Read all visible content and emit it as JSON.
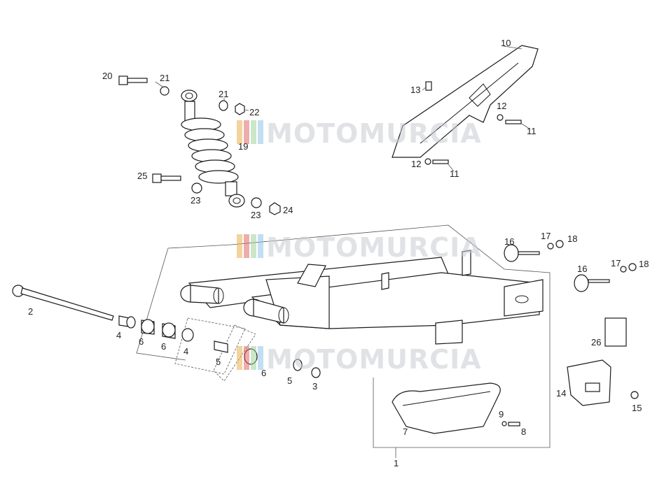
{
  "watermark": {
    "text": "MOTOMURCIA",
    "stripe_colors": [
      "#e8b04a",
      "#e06a6a",
      "#9fd39a",
      "#8fc3e8"
    ]
  },
  "callouts": {
    "c1": "1",
    "c2": "2",
    "c3": "3",
    "c4a": "4",
    "c4b": "4",
    "c5a": "5",
    "c5b": "5",
    "c6a": "6",
    "c6b": "6",
    "c6c": "6",
    "c7": "7",
    "c8": "8",
    "c9": "9",
    "c10": "10",
    "c11a": "11",
    "c11b": "11",
    "c12a": "12",
    "c12b": "12",
    "c13": "13",
    "c14": "14",
    "c15": "15",
    "c16a": "16",
    "c16b": "16",
    "c17a": "17",
    "c17b": "17",
    "c18a": "18",
    "c18b": "18",
    "c19": "19",
    "c20": "20",
    "c21a": "21",
    "c21b": "21",
    "c22": "22",
    "c23a": "23",
    "c23b": "23",
    "c24": "24",
    "c25": "25",
    "c26": "26"
  }
}
